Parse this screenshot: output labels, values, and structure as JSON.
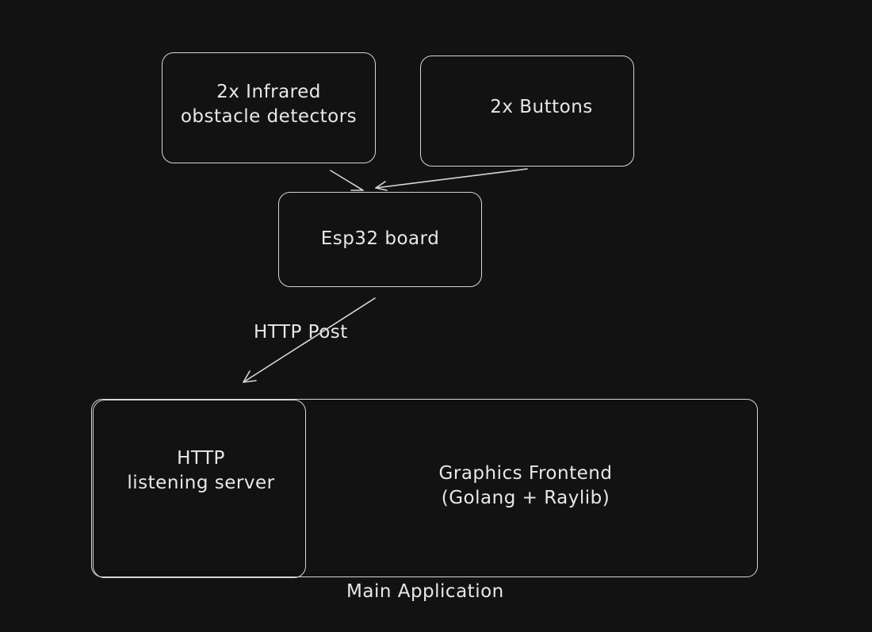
{
  "diagram": {
    "nodes": {
      "infrared": {
        "label": "2x Infrared\nobstacle detectors"
      },
      "buttons": {
        "label": "2x Buttons"
      },
      "esp32": {
        "label": "Esp32 board"
      },
      "main_app": {
        "label": "Main Application"
      },
      "http_server": {
        "label": "HTTP\nlistening server"
      },
      "graphics": {
        "label": "Graphics Frontend\n(Golang + Raylib)"
      }
    },
    "edges": [
      {
        "from": "infrared",
        "to": "esp32",
        "label": ""
      },
      {
        "from": "buttons",
        "to": "esp32",
        "label": ""
      },
      {
        "from": "esp32",
        "to": "http_server",
        "label": "HTTP Post"
      }
    ]
  },
  "colors": {
    "background": "#121212",
    "stroke": "#d6d6d6",
    "text": "#e8e8e8"
  }
}
